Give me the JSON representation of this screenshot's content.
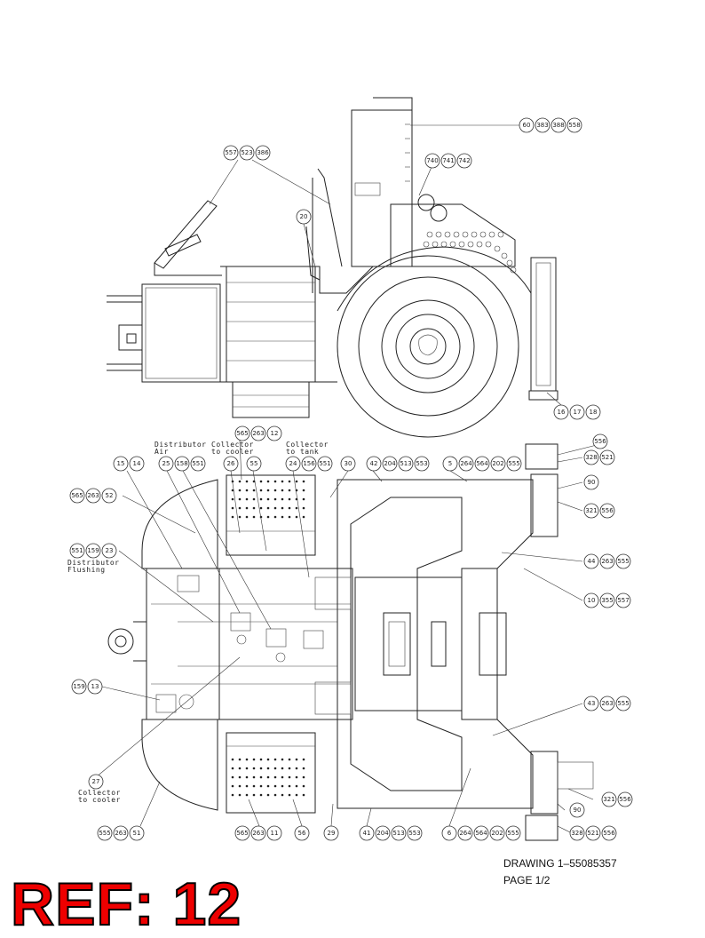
{
  "drawing": {
    "number": "DRAWING 1–55085357",
    "page": "PAGE 1/2"
  },
  "ref_label": "REF: 12",
  "callout_groups": [
    {
      "name": "side-top-right",
      "items": [
        "60",
        "383",
        "388",
        "558"
      ]
    },
    {
      "name": "side-top-left",
      "items": [
        "557",
        "523",
        "386"
      ]
    },
    {
      "name": "side-lights",
      "items": [
        "740",
        "741",
        "742"
      ]
    },
    {
      "name": "side-ladder",
      "items": [
        "20"
      ]
    },
    {
      "name": "side-bumper",
      "items": [
        "16",
        "17",
        "18"
      ]
    },
    {
      "name": "plan-top-a",
      "items": [
        "565",
        "263",
        "12"
      ]
    },
    {
      "name": "plan-top-b",
      "items": [
        "15",
        "14"
      ]
    },
    {
      "name": "plan-top-c",
      "items": [
        "25",
        "158",
        "551"
      ]
    },
    {
      "name": "plan-top-d",
      "items": [
        "26"
      ]
    },
    {
      "name": "plan-top-e",
      "items": [
        "55"
      ]
    },
    {
      "name": "plan-top-f",
      "items": [
        "24",
        "156",
        "551"
      ]
    },
    {
      "name": "plan-top-g",
      "items": [
        "30"
      ]
    },
    {
      "name": "plan-top-h",
      "items": [
        "42",
        "204",
        "513",
        "553"
      ]
    },
    {
      "name": "plan-top-i",
      "items": [
        "5",
        "264",
        "564",
        "202",
        "555"
      ]
    },
    {
      "name": "plan-right-a",
      "items": [
        "556"
      ]
    },
    {
      "name": "plan-right-b",
      "items": [
        "328",
        "521"
      ]
    },
    {
      "name": "plan-right-c",
      "items": [
        "90"
      ]
    },
    {
      "name": "plan-right-d",
      "items": [
        "321",
        "556"
      ]
    },
    {
      "name": "plan-right-e",
      "items": [
        "44",
        "263",
        "555"
      ]
    },
    {
      "name": "plan-right-f",
      "items": [
        "10",
        "355",
        "557"
      ]
    },
    {
      "name": "plan-right-g",
      "items": [
        "43",
        "263",
        "555"
      ]
    },
    {
      "name": "plan-right-h",
      "items": [
        "321",
        "556"
      ]
    },
    {
      "name": "plan-right-i",
      "items": [
        "90"
      ]
    },
    {
      "name": "plan-left-a",
      "items": [
        "565",
        "263",
        "52"
      ]
    },
    {
      "name": "plan-left-b",
      "items": [
        "551",
        "159",
        "23"
      ]
    },
    {
      "name": "plan-left-c",
      "items": [
        "159",
        "13"
      ]
    },
    {
      "name": "plan-left-d",
      "items": [
        "27"
      ]
    },
    {
      "name": "plan-bottom-a",
      "items": [
        "555",
        "263",
        "51"
      ]
    },
    {
      "name": "plan-bottom-b",
      "items": [
        "565",
        "263",
        "11"
      ]
    },
    {
      "name": "plan-bottom-c",
      "items": [
        "56"
      ]
    },
    {
      "name": "plan-bottom-d",
      "items": [
        "29"
      ]
    },
    {
      "name": "plan-bottom-e",
      "items": [
        "41",
        "204",
        "513",
        "553"
      ]
    },
    {
      "name": "plan-bottom-f",
      "items": [
        "6",
        "264",
        "564",
        "202",
        "555"
      ]
    },
    {
      "name": "plan-bottom-g",
      "items": [
        "328",
        "521",
        "556"
      ]
    }
  ],
  "notes": {
    "distributor_air": [
      "Distributor",
      "Air"
    ],
    "collector_cooler_top": [
      "Collector",
      "to cooler"
    ],
    "collector_tank": [
      "Collector",
      "to tank"
    ],
    "distributor_flushing": [
      "Distributor",
      "Flushing"
    ],
    "collector_cooler_bottom": [
      "Collector",
      "to cooler"
    ]
  }
}
